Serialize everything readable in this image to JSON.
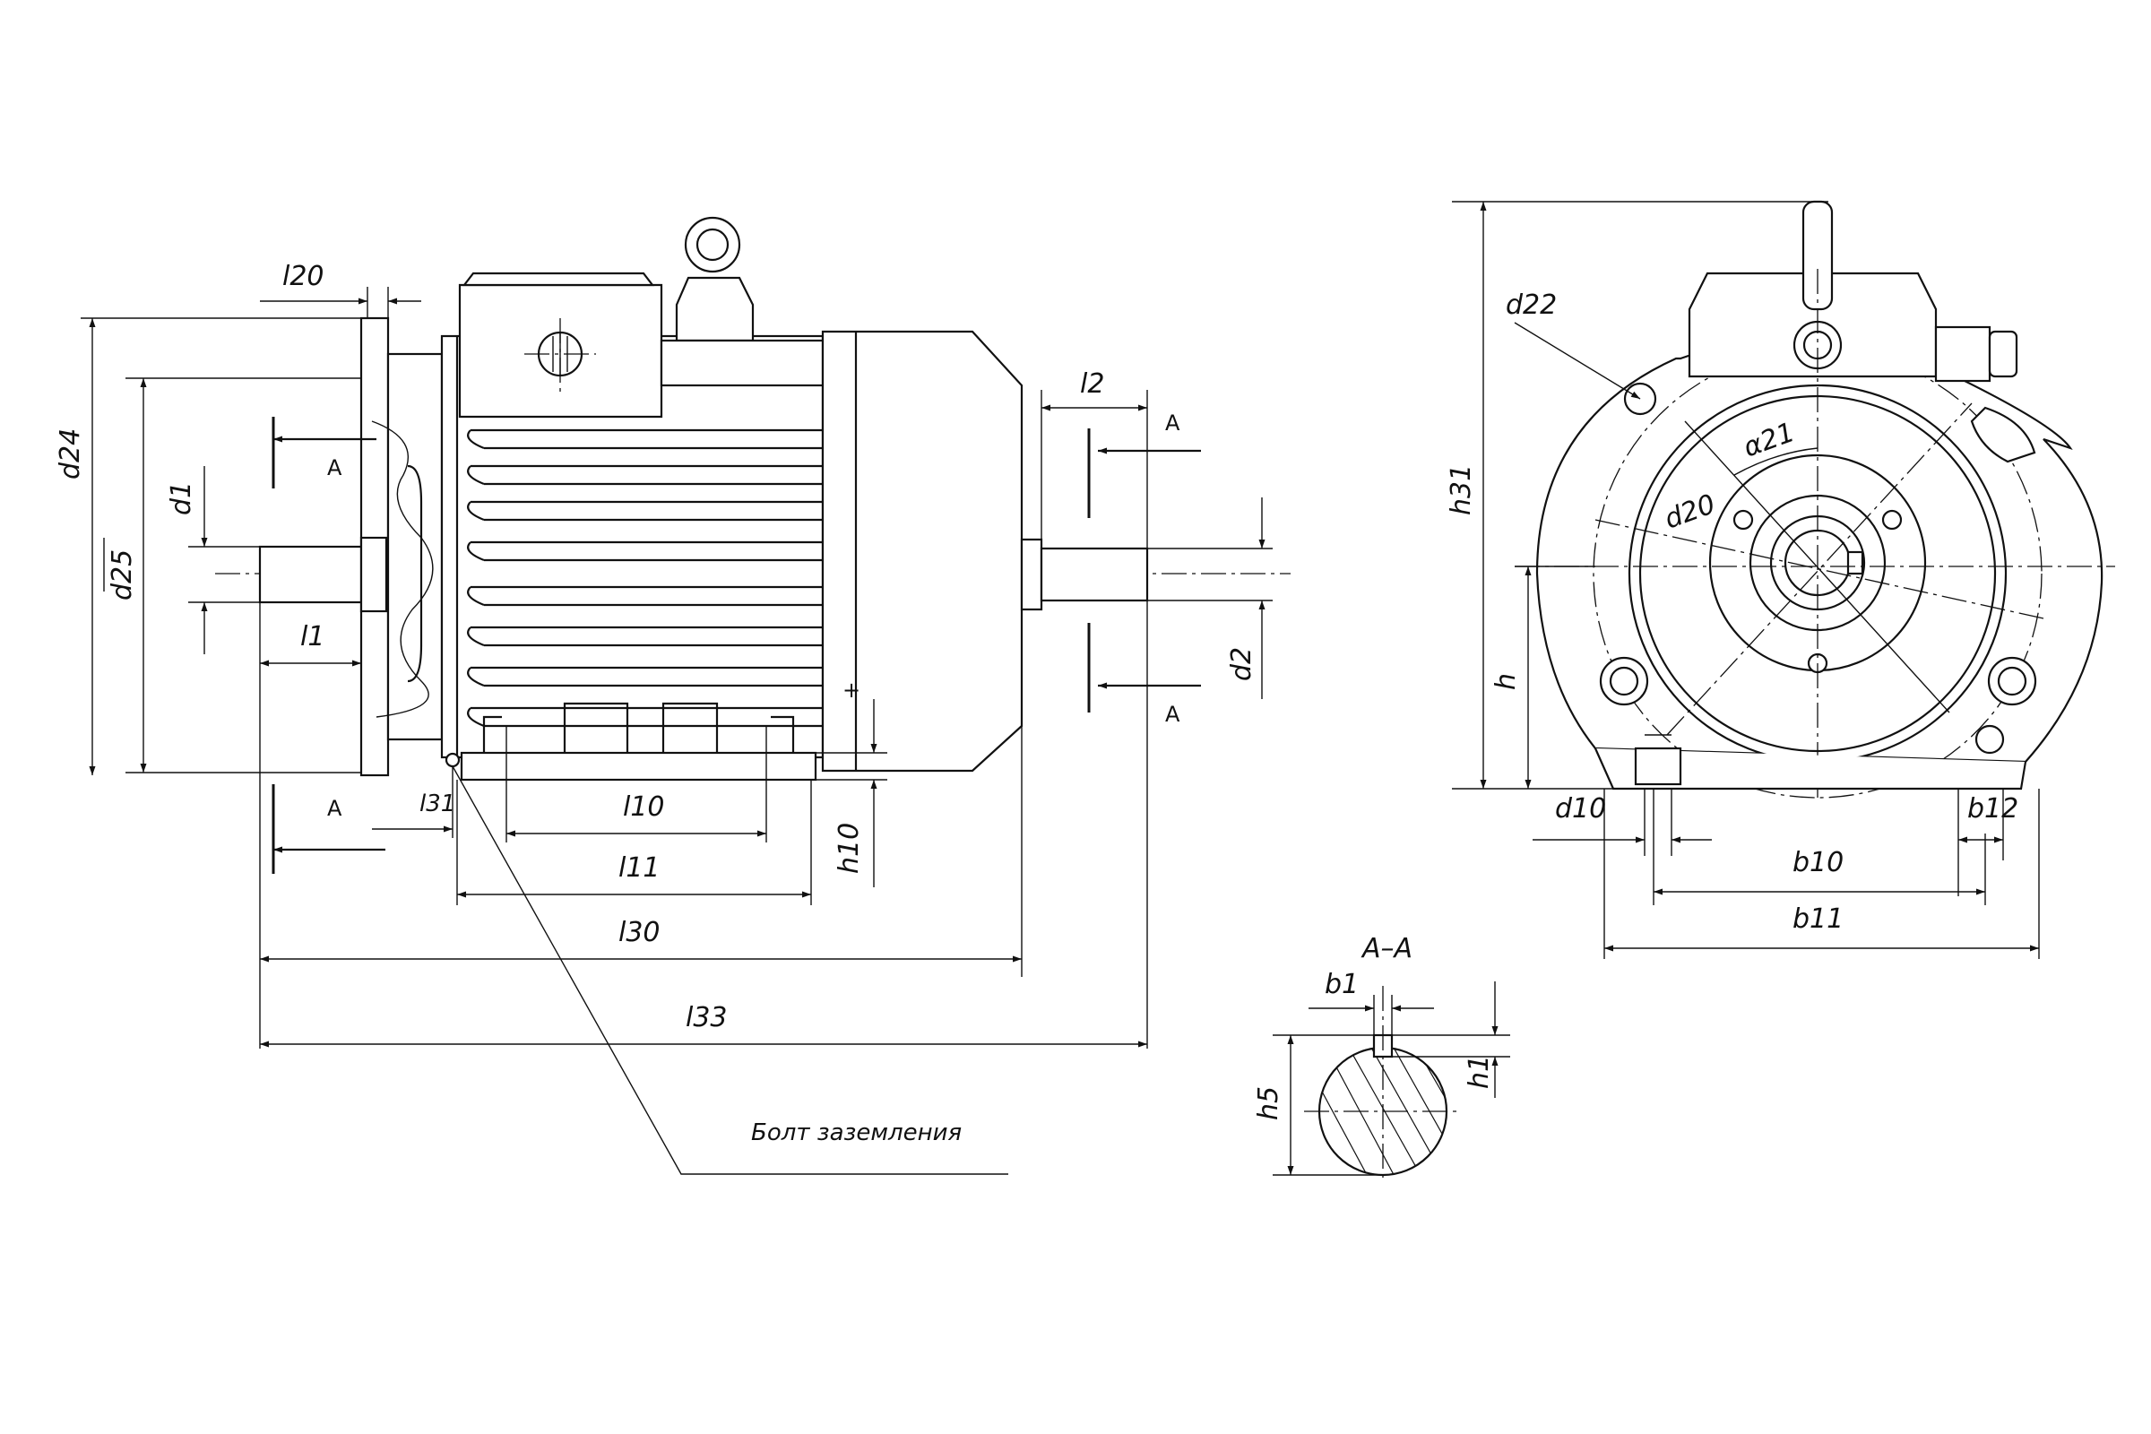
{
  "labels": {
    "l20": "l20",
    "d24": "d24",
    "d25": "d25",
    "d1": "d1",
    "l1": "l1",
    "l2": "l2",
    "d2": "d2",
    "l31": "l31",
    "l10": "l10",
    "l11": "l11",
    "h10": "h10",
    "l30": "l30",
    "l33": "l33",
    "ground_bolt": "Болт заземления",
    "section_A1": "A",
    "section_A2": "A",
    "section_A3": "A",
    "section_A4": "A",
    "h31": "h31",
    "d22": "d22",
    "a21": "α21",
    "d20": "d20",
    "h": "h",
    "d10": "d10",
    "b12": "b12",
    "b10": "b10",
    "b11": "b11",
    "section_title": "A–A",
    "b1": "b1",
    "h5": "h5",
    "h1": "h1"
  }
}
